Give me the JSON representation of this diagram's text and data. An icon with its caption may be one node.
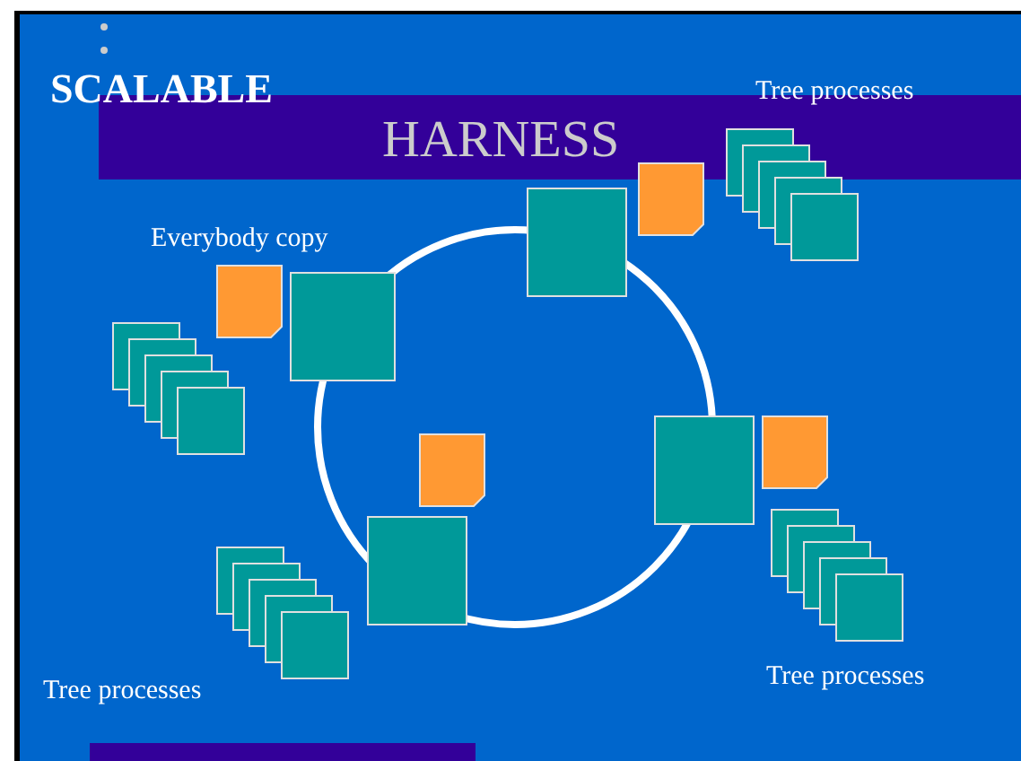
{
  "diagram": {
    "title": "SCALABLE",
    "labels": [
      "HARNESS",
      "Tree processes",
      "Everybody copy",
      "Tree processes",
      "Tree processes"
    ]
  }
}
